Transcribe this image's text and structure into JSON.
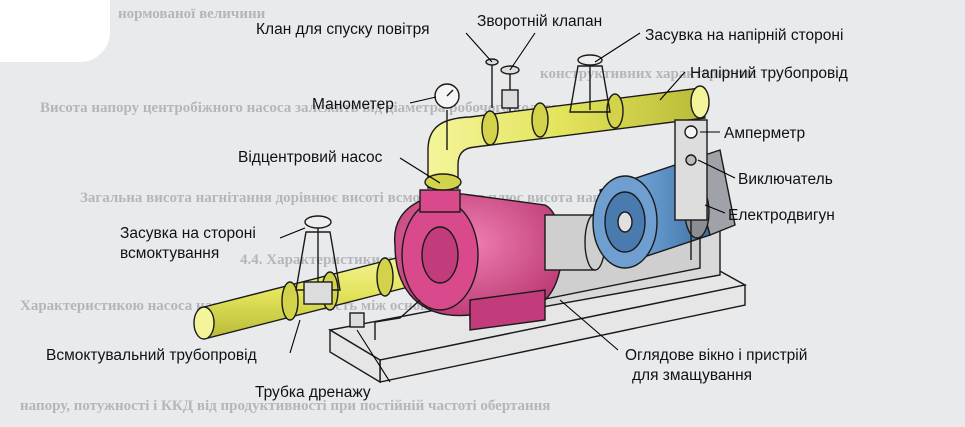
{
  "labels": {
    "air_valve": "Клан для спуску повітря",
    "check_valve": "Зворотній клапан",
    "discharge_gate": "Засувка на напірній стороні",
    "discharge_pipe": "Напірний трубопровід",
    "manometer": "Манометер",
    "ammeter": "Амперметр",
    "centrifugal_pump": "Відцентровий насос",
    "switch": "Виключатель",
    "motor": "Електродвигун",
    "suction_gate_line1": "Засувка на стороні",
    "suction_gate_line2": "всмоктування",
    "suction_pipe": "Всмоктувальний трубопровід",
    "inspection_line1": "Оглядове вікно і пристрій",
    "inspection_line2": "для змащування",
    "drain_tube": "Трубка дренажу"
  },
  "background_text": [
    "нормованої величини",
    "конструктивних характеристик",
    "Висота напору центробіжного насоса залежить від діаметра робочого колеса",
    "Загальна висота нагнітання дорівнює висоті всмоктування плюс висота напору",
    "4.4. Характеристики насосів",
    "Характеристикою насоса називається залежність між основними параметрами",
    "напору, потужності і ККД від продуктивності при постійній частоті обертання"
  ],
  "colors": {
    "pipe": "#e2e35a",
    "pump": "#d94a8c",
    "motor": "#5b8fc4",
    "outline": "#1a1a1a",
    "base": "#e6e6e6"
  }
}
